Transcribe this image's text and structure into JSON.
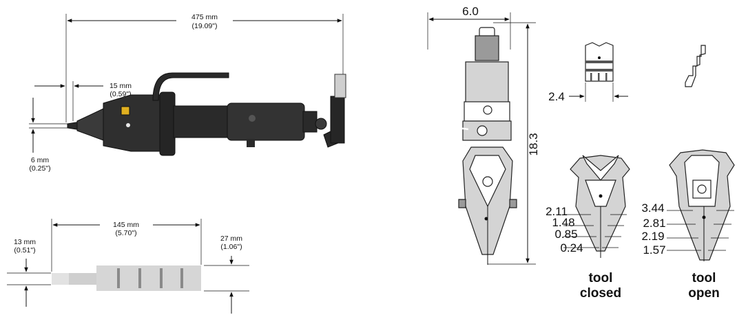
{
  "tool_side_view": {
    "overall_length": {
      "mm": "475 mm",
      "inch": "(19.09\")"
    },
    "jaw_offset": {
      "mm": "15 mm",
      "inch": "(0.59\")"
    },
    "tip_thickness": {
      "mm": "6 mm",
      "inch": "(0.25\")"
    }
  },
  "jaw_insert_view": {
    "length": {
      "mm": "145 mm",
      "inch": "(5.70\")"
    },
    "thickness_tip": {
      "mm": "13 mm",
      "inch": "(0.51\")"
    },
    "thickness_base": {
      "mm": "27 mm",
      "inch": "(1.06\")"
    }
  },
  "front_view": {
    "width": "6.0",
    "height": "18.3"
  },
  "jaw_detail": {
    "tooth_width": "2.4"
  },
  "tool_closed": {
    "steps": [
      "2.11",
      "1.48",
      "0.85",
      "0.24"
    ],
    "caption_line1": "tool",
    "caption_line2": "closed"
  },
  "tool_open": {
    "steps": [
      "3.44",
      "2.81",
      "2.19",
      "1.57"
    ],
    "caption_line1": "tool",
    "caption_line2": "open"
  }
}
